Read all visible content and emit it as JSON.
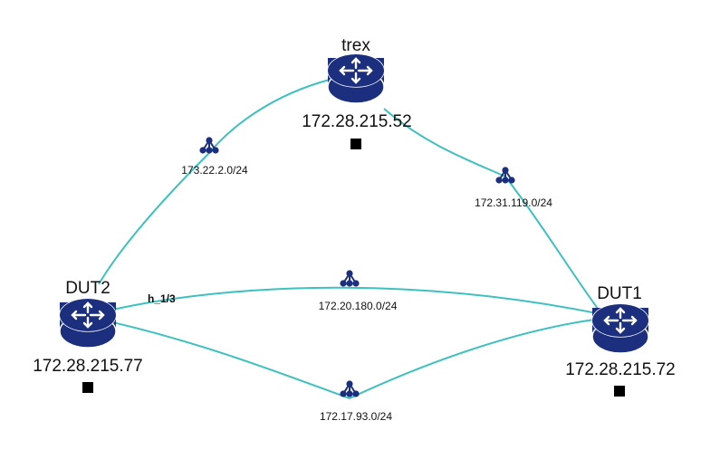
{
  "colors": {
    "link": "#3dc1c0",
    "router_body": "#1b2f7e",
    "network_icon": "#1b2f7e",
    "status_square": "#000000"
  },
  "nodes": {
    "trex": {
      "name": "trex",
      "ip": "172.28.215.52",
      "icon": "router-icon",
      "status_icon": "status-square-icon"
    },
    "dut2": {
      "name": "DUT2",
      "ip": "172.28.215.77",
      "icon": "router-icon",
      "status_icon": "status-square-icon"
    },
    "dut1": {
      "name": "DUT1",
      "ip": "172.28.215.72",
      "icon": "router-icon",
      "status_icon": "status-square-icon"
    }
  },
  "networks": {
    "net_173": {
      "label": "173.22.2.0/24",
      "icon": "network-hub-icon"
    },
    "net_172_31": {
      "label": "172.31.119.0/24",
      "icon": "network-hub-icon"
    },
    "net_172_20": {
      "label": "172.20.180.0/24",
      "icon": "network-hub-icon"
    },
    "net_172_17": {
      "label": "172.17.93.0/24",
      "icon": "network-hub-icon"
    }
  },
  "port_labels": {
    "dut2_port": "h_1/3"
  }
}
